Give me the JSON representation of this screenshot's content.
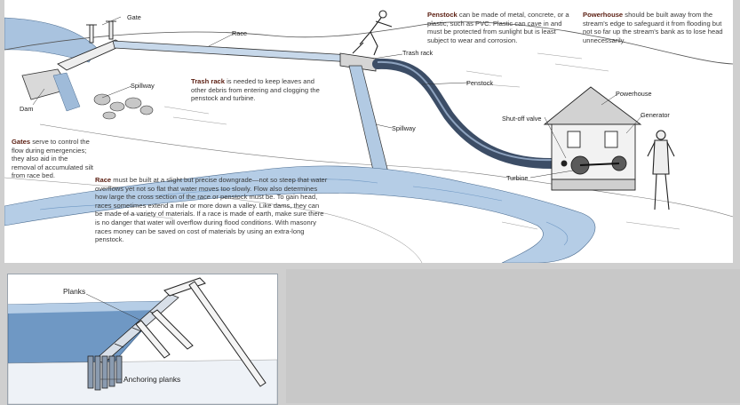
{
  "labels": {
    "gate": "Gate",
    "race": "Race",
    "trash_rack": "Trash rack",
    "spillway_left": "Spillway",
    "dam": "Dam",
    "penstock": "Penstock",
    "powerhouse": "Powerhouse",
    "generator": "Generator",
    "shutoff_valve": "Shut-off valve",
    "spillway_right": "Spillway",
    "turbine": "Turbine"
  },
  "paragraphs": {
    "gates": {
      "term": "Gates",
      "text": "serve to control the flow during emergencies; they also aid in the removal of accumulated silt from race bed."
    },
    "trash_rack": {
      "term": "Trash rack",
      "text": "is needed to keep leaves and other debris from entering and clogging the penstock and turbine."
    },
    "race": {
      "term": "Race",
      "text": "must be built at a slight but precise downgrade—not so steep that water overflows yet not so flat that water moves too slowly. Flow also determines how large the cross section of the race or penstock must be. To gain head, races sometimes extend a mile or more down a valley. Like dams, they can be made of a variety of materials. If a race is made of earth, make sure there is no danger that water will overflow during flood conditions. With masonry races money can be saved on cost of materials by using an extra-long penstock."
    },
    "penstock": {
      "term": "Penstock",
      "text": "can be made of metal, concrete, or a plastic, such as PVC. Plastic can cave in and must be protected from sunlight but is least subject to wear and corrosion."
    },
    "powerhouse": {
      "term": "Powerhouse",
      "text": "should be built away from the stream's edge to safeguard it from flooding but not so far up the stream's bank as to lose head unnecessarily."
    }
  },
  "inset": {
    "planks": "Planks",
    "anchoring_planks": "Anchoring planks"
  },
  "colors": {
    "water": "#6f98c4",
    "water_light": "#b5cde6",
    "ink": "#2b2b2b",
    "term": "#5a1d10"
  }
}
